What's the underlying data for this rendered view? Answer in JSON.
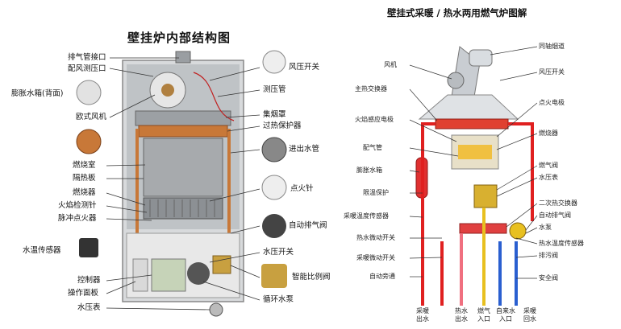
{
  "left_panel": {
    "title": "壁挂炉内部结构图",
    "labels": {
      "l1": "排气管接口",
      "l2": "配风测压口",
      "l3": "膨胀水箱(背面)",
      "l4": "欧式风机",
      "l5": "燃烧室",
      "l6": "隔热板",
      "l7": "燃烧器",
      "l8": "火焰检测针",
      "l9": "脉冲点火器",
      "l10": "水温传感器",
      "l11": "控制器",
      "l12": "操作面板",
      "l13": "水压表",
      "r1": "风压开关",
      "r2": "测压管",
      "r3": "集烟罩",
      "r4": "过热保护器",
      "r5": "进出水管",
      "r6": "点火针",
      "r7": "自动排气阀",
      "r8": "水压开关",
      "r9": "智能比例阀",
      "r10": "循环水泵"
    }
  },
  "right_panel": {
    "title": "壁挂式采暖 / 热水两用燃气炉图解",
    "labels": {
      "a1": "同轴烟道",
      "a2": "风机",
      "a3": "风压开关",
      "a4": "主热交换器",
      "a5": "点火电极",
      "a6": "火焰感应电极",
      "a7": "燃烧器",
      "a8": "配气管",
      "a9": "燃气阀",
      "a10": "膨胀水箱",
      "a11": "水压表",
      "a12": "限温保护",
      "a13": "二次热交换器",
      "a14": "采暖温度传感器",
      "a15": "自动排气阀",
      "a16": "水泵",
      "a17": "热水微动开关",
      "a18": "热水温度传感器",
      "a19": "采暖微动开关",
      "a20": "排污阀",
      "a21": "自动旁通",
      "a22": "安全阀"
    },
    "bottom": {
      "b1a": "采暖",
      "b1b": "出水",
      "b2a": "热水",
      "b2b": "出水",
      "b3a": "燃气",
      "b3b": "入口",
      "b4a": "自来水",
      "b4b": "入口",
      "b5a": "采暖",
      "b5b": "回水"
    }
  },
  "colors": {
    "hot": "#e02020",
    "cold": "#2a5fd0",
    "gas": "#e8c020",
    "device": "#c8ccd0"
  }
}
